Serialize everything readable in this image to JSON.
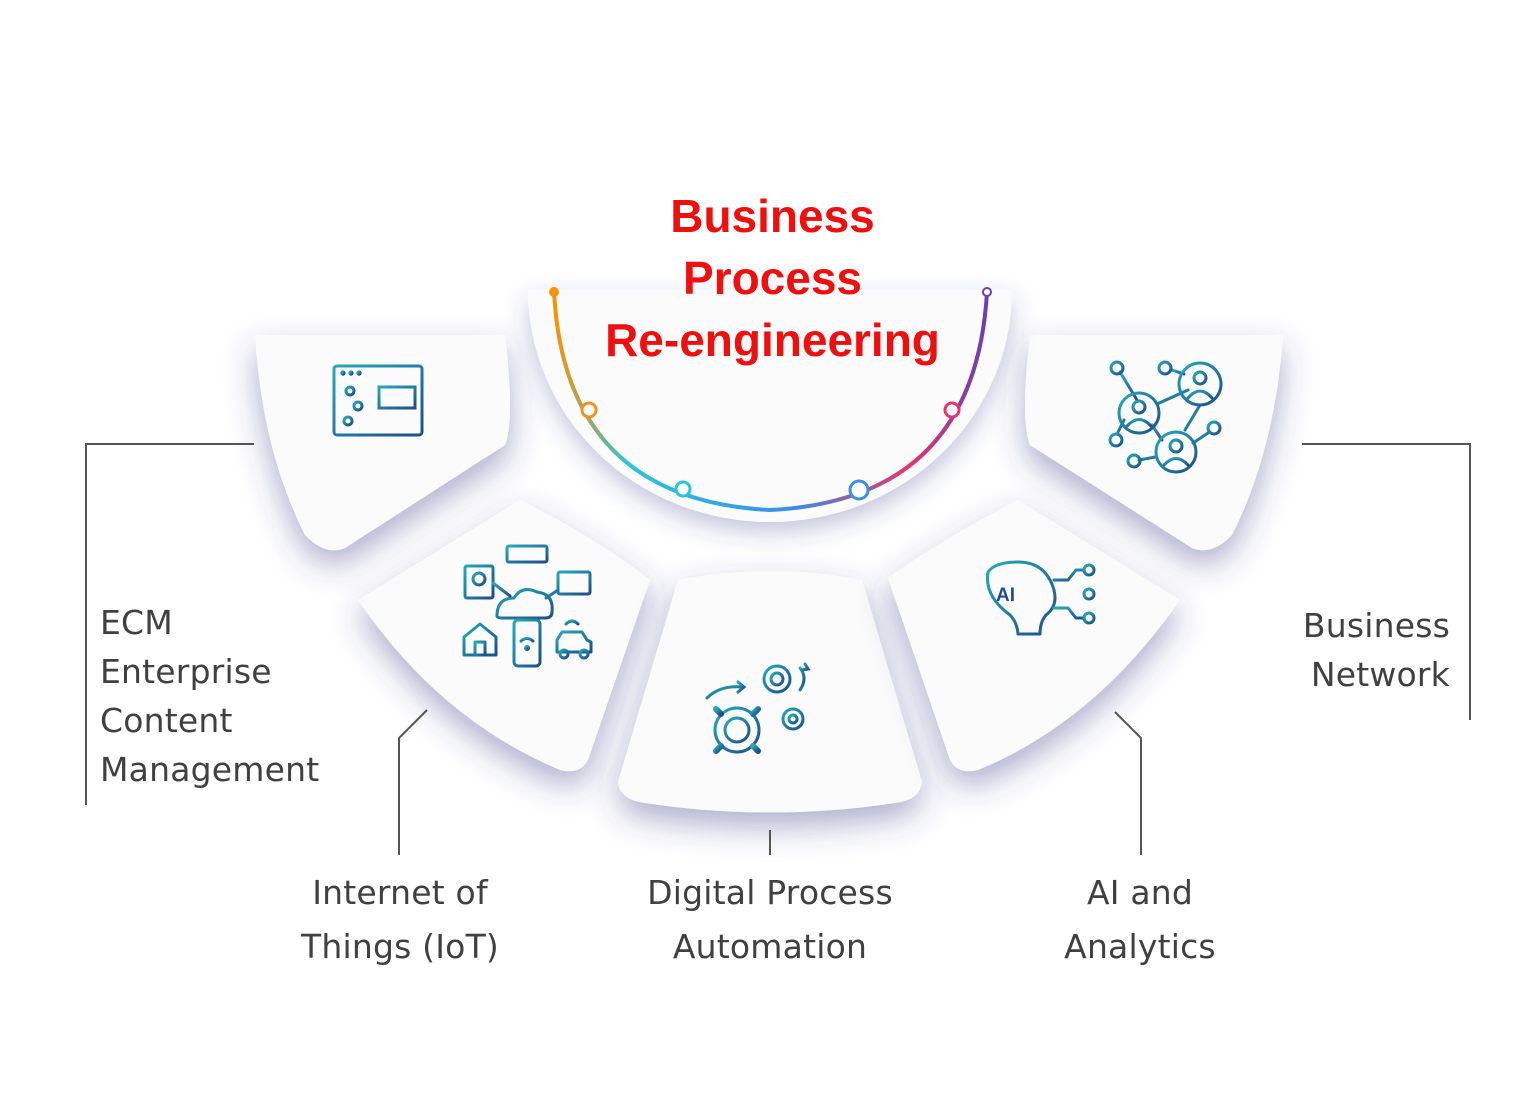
{
  "title": [
    "Business",
    "Process",
    "Re-engineering"
  ],
  "segments": [
    {
      "id": "ecm",
      "lines": [
        "ECM",
        "Enterprise",
        "Content",
        "Management"
      ],
      "icon": "control-panel-icon"
    },
    {
      "id": "iot",
      "lines": [
        "Internet of",
        "Things (IoT)"
      ],
      "icon": "iot-devices-icon"
    },
    {
      "id": "dpa",
      "lines": [
        "Digital Process",
        "Automation"
      ],
      "icon": "gears-icon"
    },
    {
      "id": "ai",
      "lines": [
        "AI and",
        "Analytics"
      ],
      "icon": "ai-lightbulb-icon"
    },
    {
      "id": "bn",
      "lines": [
        "Business",
        "Network"
      ],
      "icon": "network-users-icon"
    }
  ],
  "colors": {
    "title": "#ee0f0f",
    "label": "#404040",
    "connector": "#555555",
    "icon": "#1a7a9a",
    "arc_gradient": [
      "#f7930a",
      "#2bc4d8",
      "#3a8ee6",
      "#e8336c",
      "#6a3fb5"
    ]
  }
}
